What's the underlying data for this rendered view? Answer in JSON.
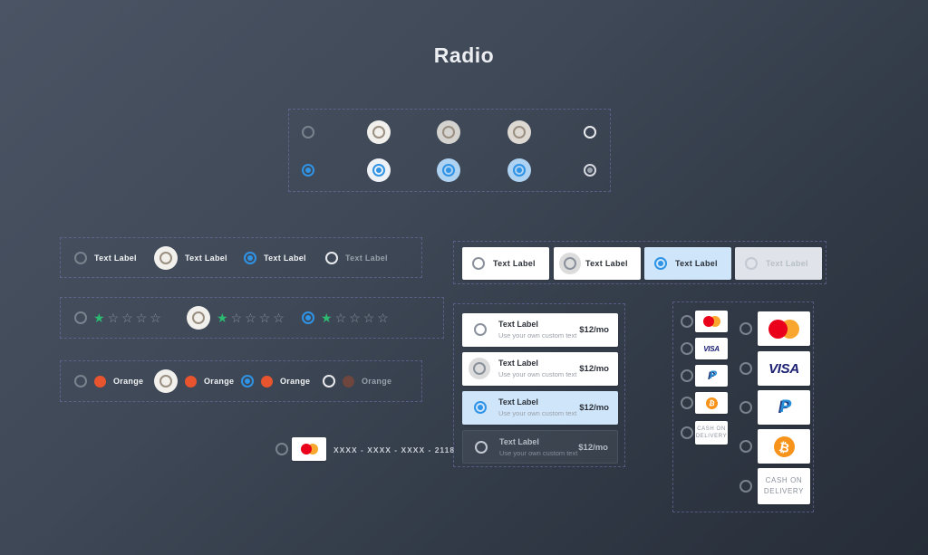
{
  "title": "Radio",
  "labels": {
    "text_label": "Text Label",
    "orange": "Orange",
    "custom_text": "Use your own custom text",
    "price": "$12/mo",
    "card_number": "XXXX - XXXX - XXXX - 2118",
    "cod_line1": "CASH ON",
    "cod_line2": "DELIVERY",
    "visa": "VISA",
    "paypal_letter": "P",
    "bitcoin_symbol": "₿",
    "star_filled": "★",
    "star_empty": "☆"
  },
  "colors": {
    "accent_blue": "#2f93e6",
    "star_green": "#2dbb72",
    "swatch_orange": "#e8542e",
    "selected_card_bg": "#cfe6fa",
    "mastercard_red": "#eb001b",
    "mastercard_orange": "#f79e1b",
    "visa_navy": "#1a1f71",
    "paypal_blue": "#253b80",
    "paypal_light_blue": "#2790d6",
    "bitcoin_orange": "#f7931a",
    "background_top": "#4a5464",
    "background_bottom": "#262d38",
    "dashed_border": "#7a74b4"
  }
}
